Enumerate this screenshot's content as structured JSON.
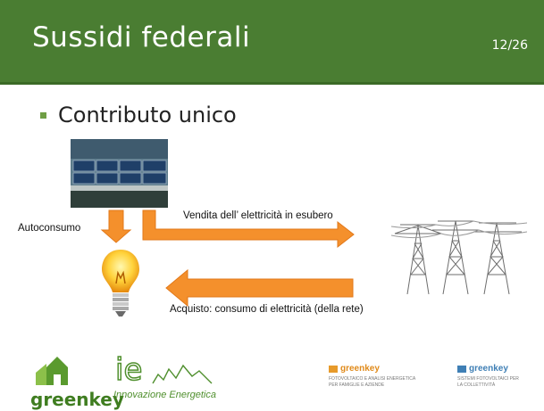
{
  "slide": {
    "title": "Sussidi federali",
    "number": "12/26",
    "bullet": "Contributo unico"
  },
  "diagram": {
    "label_autoconsumo": "Autoconsumo",
    "label_vendita": "Vendita dell’ elettricità in esubero",
    "label_acquisto": "Acquisto: consumo di elettricità (della rete)"
  },
  "logos": {
    "greenkey_brand": "greenkey",
    "innovazione_brand": "Innovazione Energetica",
    "greenkey_small_1_name": "greenkey",
    "greenkey_small_1_tagline": "FOTOVOLTAICO E ANALISI ENERGETICA PER FAMIGLIE E AZIENDE",
    "greenkey_small_2_name": "greenkey",
    "greenkey_small_2_tagline": "SISTEMI FOTOVOLTAICI PER LA COLLETTIVITÀ"
  },
  "colors": {
    "header_green": "#4a7d32",
    "arrow_orange": "#f4902c",
    "bullet_green": "#6f9e45"
  }
}
